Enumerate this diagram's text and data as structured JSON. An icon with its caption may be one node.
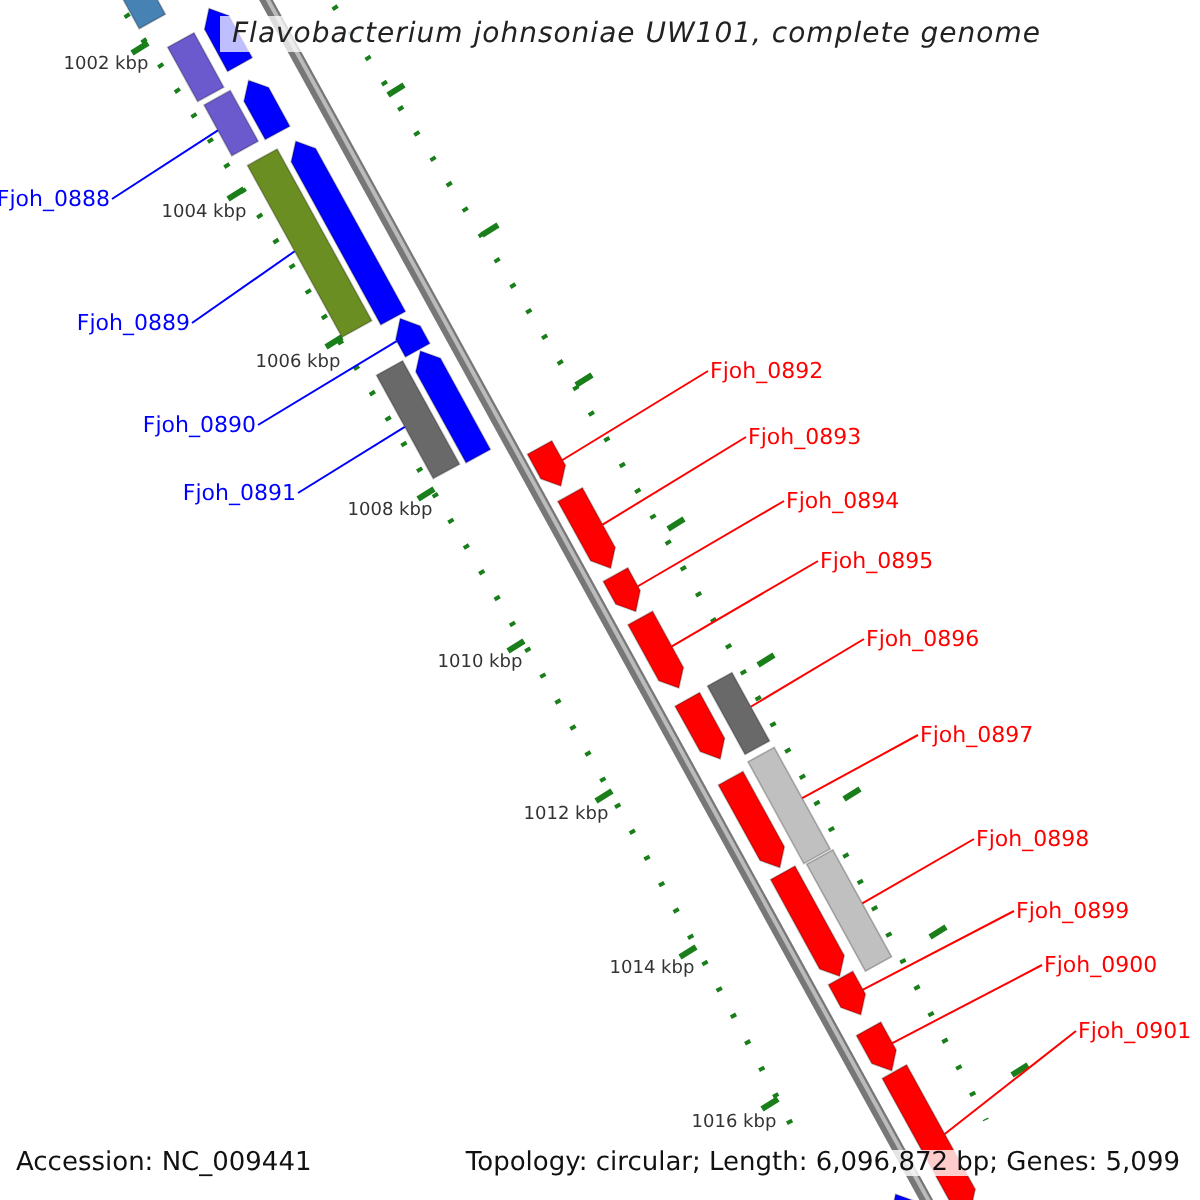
{
  "diagram": {
    "title": "Flavobacterium johnsoniae UW101, complete genome",
    "nodes": [
      {
        "text": [
          "Fjoh_0888"
        ]
      },
      {
        "text": [
          "Fjoh_0889"
        ]
      },
      {
        "text": [
          "Fjoh_0890"
        ]
      },
      {
        "text": [
          "Fjoh_0891"
        ]
      },
      {
        "text": [
          "Fjoh_0892"
        ]
      },
      {
        "text": [
          "Fjoh_0893"
        ]
      },
      {
        "text": [
          "Fjoh_0894"
        ]
      },
      {
        "text": [
          "Fjoh_0895"
        ]
      },
      {
        "text": [
          "Fjoh_0896"
        ]
      },
      {
        "text": [
          "Fjoh_0897"
        ]
      },
      {
        "text": [
          "Fjoh_0898"
        ]
      },
      {
        "text": [
          "Fjoh_0899"
        ]
      },
      {
        "text": [
          "Fjoh_0900"
        ]
      },
      {
        "text": [
          "Fjoh_0901"
        ]
      },
      {
        "text": [],
        "shape": "bar"
      },
      {
        "text": [],
        "shape": "bar"
      },
      {
        "text": [],
        "shape": "bar"
      },
      {
        "text": [],
        "shape": "bar"
      },
      {
        "text": [],
        "shape": "bar"
      },
      {
        "text": [],
        "shape": "bar"
      },
      {
        "text": [],
        "shape": "bar"
      },
      {
        "text": [],
        "shape": "bar"
      },
      {
        "text": [],
        "shape": "bar"
      },
      {
        "text": [],
        "shape": "bar"
      },
      {
        "text": [],
        "shape": "bar"
      },
      {
        "text": [],
        "shape": "bar"
      },
      {
        "text": [],
        "shape": "bar"
      },
      {
        "text": [],
        "shape": "bar"
      },
      {
        "text": [],
        "shape": "bar"
      },
      {
        "text": [],
        "shape": "bar"
      },
      {
        "text": [],
        "shape": "bar"
      },
      {
        "text": [],
        "shape": "bar"
      },
      {
        "text": [],
        "shape": "bar"
      },
      {
        "text": [],
        "shape": "bar"
      },
      {
        "text": [],
        "shape": "bar"
      },
      {
        "text": [],
        "shape": "bar"
      },
      {
        "text": [],
        "shape": "bar"
      },
      {
        "text": [],
        "shape": "bar"
      }
    ],
    "edges": [
      {
        "from": 0,
        "to": 14,
        "arrow": "none",
        "color": "#0000ff"
      },
      {
        "from": 1,
        "to": 15,
        "arrow": "none",
        "color": "#0000ff"
      },
      {
        "from": 2,
        "to": 16,
        "arrow": "none",
        "color": "#0000ff"
      },
      {
        "from": 3,
        "to": 17,
        "arrow": "none",
        "color": "#0000ff"
      },
      {
        "from": 4,
        "to": 18,
        "arrow": "none"
      },
      {
        "from": 5,
        "to": 19,
        "arrow": "none"
      },
      {
        "from": 6,
        "to": 20,
        "arrow": "none"
      },
      {
        "from": 7,
        "to": 21,
        "arrow": "none"
      },
      {
        "from": 8,
        "to": 22,
        "arrow": "none"
      },
      {
        "from": 9,
        "to": 23,
        "arrow": "none"
      },
      {
        "from": 10,
        "to": 24,
        "arrow": "none"
      },
      {
        "from": 11,
        "to": 25,
        "arrow": "none"
      },
      {
        "from": 12,
        "to": 26,
        "arrow": "none"
      },
      {
        "from": 13,
        "to": 27,
        "arrow": "none"
      }
    ],
    "labels": [
      "1002 kbp",
      "1004 kbp",
      "1006 kbp",
      "1008 kbp",
      "1010 kbp",
      "1012 kbp",
      "1014 kbp",
      "1016 kbp",
      "Accession: NC_009441",
      "Topology: circular; Length: 6,096,872 bp; Genes: 5,099"
    ]
  }
}
